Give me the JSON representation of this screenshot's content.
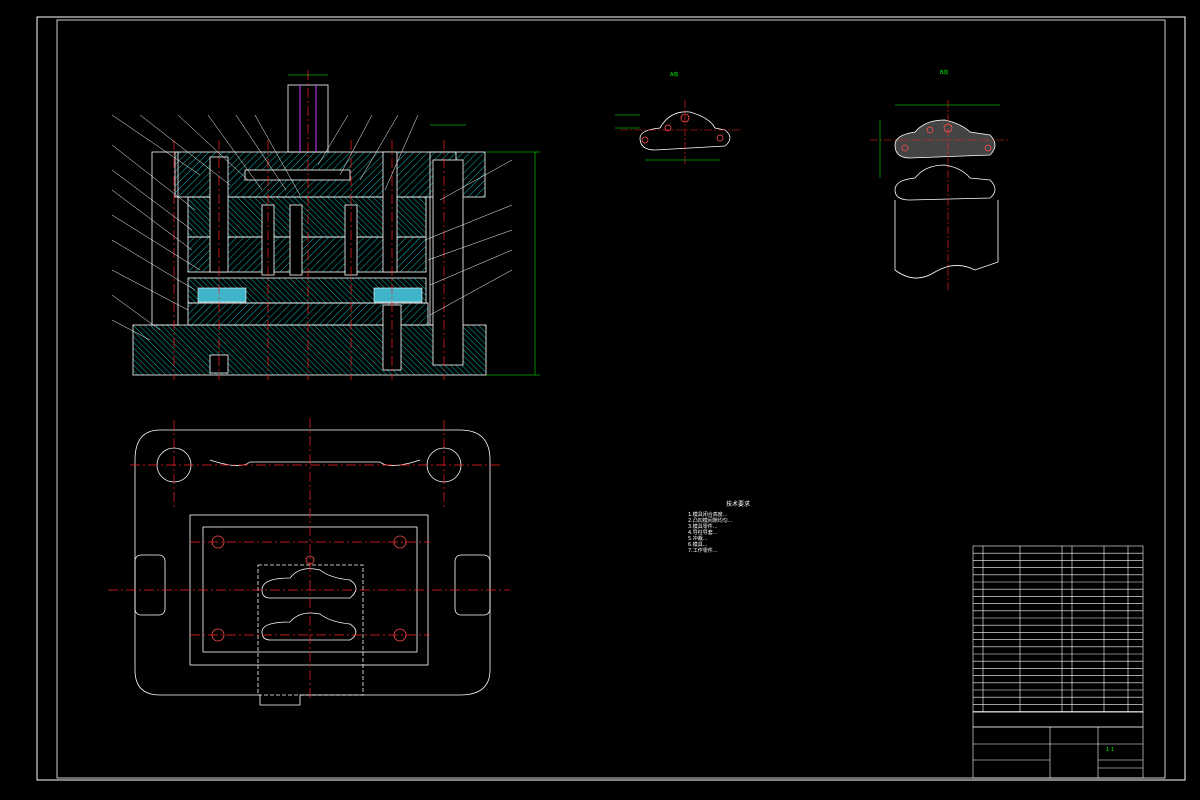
{
  "view_labels": {
    "part_view_1": "A向",
    "part_view_2": "B向"
  },
  "technical_notes": {
    "title": "技术要求",
    "lines": [
      "1.模具闭合高度...",
      "2.凸凹模间隙均匀...",
      "3.模具零件...",
      "4.导柱导套...",
      "5.冲裁...",
      "6.模具...",
      "7.工作零件..."
    ]
  },
  "title_block": {
    "drawing_title": "",
    "scale": "1:1",
    "company": ""
  },
  "colors": {
    "background": "#000000",
    "outline": "#ffffff",
    "hatch": "#00e5e5",
    "centerline": "#ff2020",
    "leader": "#ffffff",
    "dimension": "#00ff00",
    "insert_fill": "#3fb3c8",
    "ram": "#cc44ff"
  }
}
